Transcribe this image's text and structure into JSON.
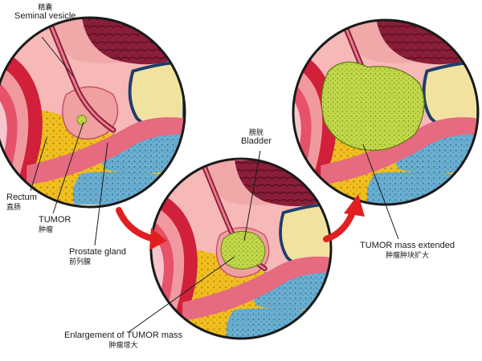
{
  "labels": {
    "seminal_vesicle": {
      "cn": "精囊",
      "en": "Seminal vesicle"
    },
    "rectum": {
      "en": "Rectum",
      "cn": "直肠"
    },
    "tumor": {
      "en": "TUMOR",
      "cn": "肿瘤"
    },
    "prostate_gland": {
      "en": "Prostate gland",
      "cn": "前列腺"
    },
    "bladder": {
      "cn": "膀胱",
      "en": "Bladder"
    },
    "enlargement": {
      "en": "Enlargement of TUMOR mass",
      "cn": "肿瘤增大"
    },
    "extended": {
      "en": "TUMOR mass extended",
      "cn": "肿瘤肿块扩大"
    }
  },
  "colors": {
    "fat": "#f0c020",
    "rectum_wall": "#d0203a",
    "bladder_wall": "#7a1830",
    "bladder_fill": "#f2e2a0",
    "tissue_blue": "#6aaed0",
    "pink_tissue": "#f7b8b8",
    "prostate": "#f0a0a0",
    "tumor": "#b8d040",
    "arrow": "#e02020"
  }
}
